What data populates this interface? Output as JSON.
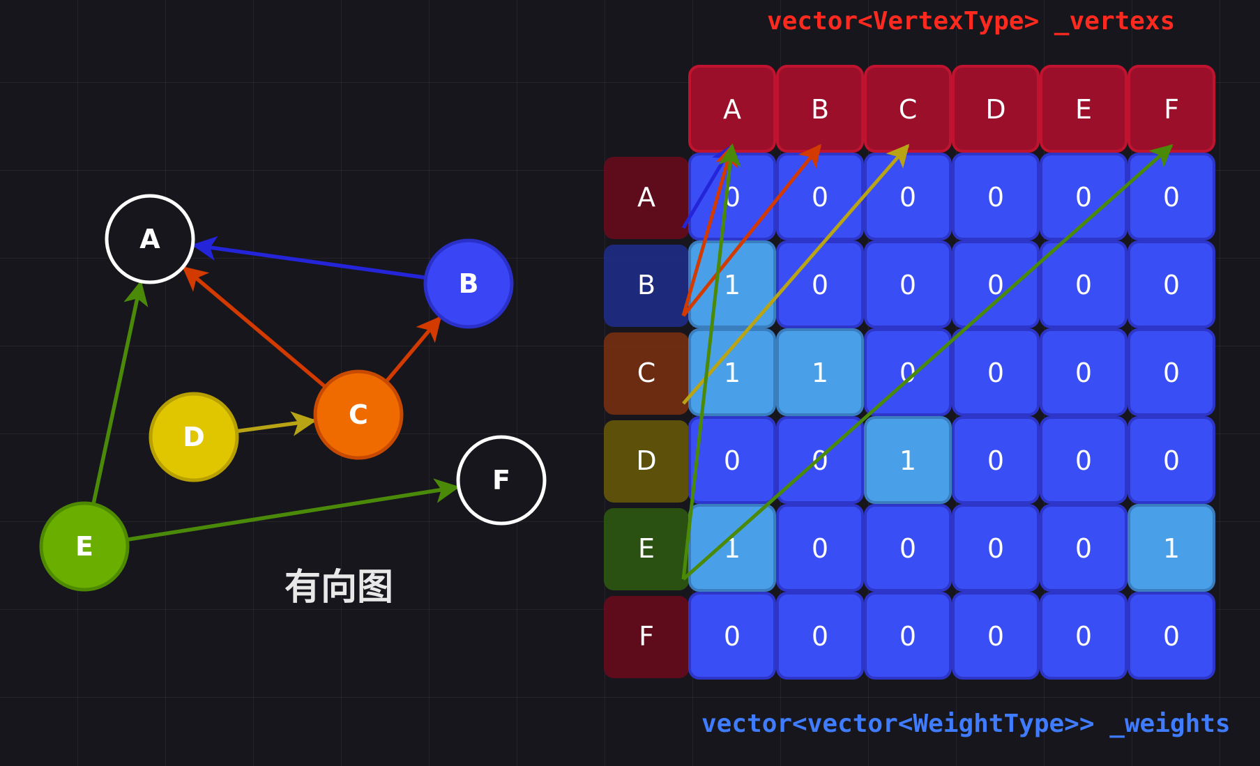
{
  "captions": {
    "vertex_array": "vector<VertexType> _vertexs",
    "weight_matrix": "vector<vector<WeightType>> _weights",
    "graph_title": "有向图"
  },
  "colors": {
    "header_fill": "#9b0f2a",
    "header_stroke": "#c0132f",
    "cell_fill": "#3a4ef5",
    "cell_stroke": "#2d36c9",
    "cell_active_fill": "#4aa0e8",
    "cell_active_stroke": "#3b7ec0",
    "node_A": "#17161c",
    "node_B": "#3a46f5",
    "node_C": "#ef6b00",
    "node_D": "#e0c600",
    "node_E": "#6aae00",
    "node_F": "#17161c"
  },
  "vertices": [
    "A",
    "B",
    "C",
    "D",
    "E",
    "F"
  ],
  "row_colors": [
    "#6b0a1c",
    "#1f2e8c",
    "#7a3010",
    "#6a5a08",
    "#2e5a10",
    "#6b0a1c"
  ],
  "matrix": [
    [
      0,
      0,
      0,
      0,
      0,
      0
    ],
    [
      1,
      0,
      0,
      0,
      0,
      0
    ],
    [
      1,
      1,
      0,
      0,
      0,
      0
    ],
    [
      0,
      0,
      1,
      0,
      0,
      0
    ],
    [
      1,
      0,
      0,
      0,
      0,
      1
    ],
    [
      0,
      0,
      0,
      0,
      0,
      0
    ]
  ],
  "graph": {
    "nodes": [
      {
        "id": "A",
        "label": "A",
        "fill": "#17161c",
        "stroke": "#ffffff"
      },
      {
        "id": "B",
        "label": "B",
        "fill": "#3a46f5",
        "stroke": "#2a30c8"
      },
      {
        "id": "C",
        "label": "C",
        "fill": "#ef6b00",
        "stroke": "#c84a00"
      },
      {
        "id": "D",
        "label": "D",
        "fill": "#e0c600",
        "stroke": "#b8a000"
      },
      {
        "id": "E",
        "label": "E",
        "fill": "#6aae00",
        "stroke": "#4e8a00"
      },
      {
        "id": "F",
        "label": "F",
        "fill": "#17161c",
        "stroke": "#ffffff"
      }
    ],
    "edges": [
      {
        "from": "B",
        "to": "A",
        "color": "#2424d8"
      },
      {
        "from": "C",
        "to": "A",
        "color": "#d23a00"
      },
      {
        "from": "C",
        "to": "B",
        "color": "#d23a00"
      },
      {
        "from": "D",
        "to": "C",
        "color": "#b8a414"
      },
      {
        "from": "E",
        "to": "A",
        "color": "#4a8a08"
      },
      {
        "from": "E",
        "to": "F",
        "color": "#4a8a08"
      }
    ]
  },
  "mapping_arrows": [
    {
      "row": "A",
      "col": "A",
      "color": "#2424d8"
    },
    {
      "row": "B",
      "col": "A",
      "color": "#d23a00"
    },
    {
      "row": "B",
      "col": "B",
      "color": "#d23a00"
    },
    {
      "row": "C",
      "col": "C",
      "color": "#b8a414"
    },
    {
      "row": "E",
      "col": "A",
      "color": "#4a8a08"
    },
    {
      "row": "E",
      "col": "F",
      "color": "#4a8a08"
    }
  ]
}
